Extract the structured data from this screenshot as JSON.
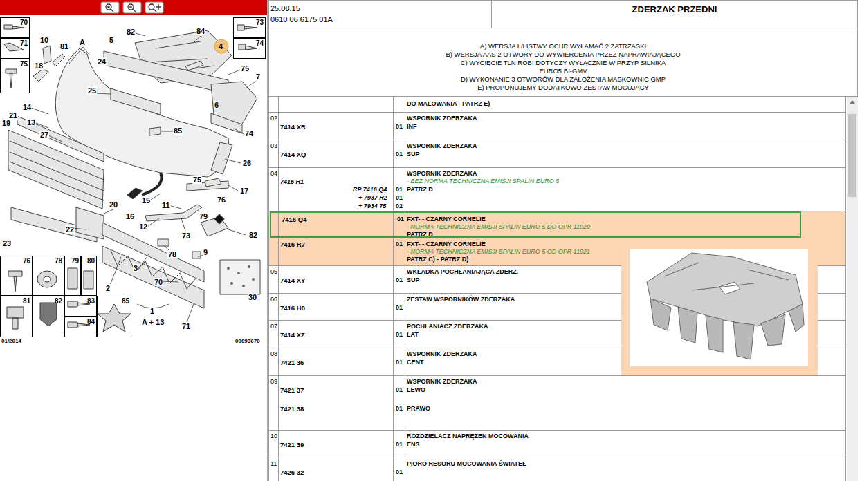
{
  "diagram": {
    "title": "ZDERZAK PRZEDNI",
    "nodes": [
      {
        "text": [
          "70"
        ]
      },
      {
        "text": [
          "71"
        ]
      },
      {
        "text": [
          "75"
        ]
      },
      {
        "text": [
          "73"
        ]
      },
      {
        "text": [
          "74"
        ]
      },
      {
        "text": [
          "76"
        ]
      },
      {
        "text": [
          "78"
        ]
      },
      {
        "text": [
          "79"
        ]
      },
      {
        "text": [
          "80"
        ]
      },
      {
        "text": [
          "81"
        ]
      },
      {
        "text": [
          "82"
        ]
      },
      {
        "text": [
          "83"
        ]
      },
      {
        "text": [
          "84"
        ]
      },
      {
        "text": [
          "85"
        ]
      },
      {
        "text": [
          "A) WERSJA L/LISTWY OCHR WYŁAMAĆ 2 ZATRZASKI",
          "B) WERSJA AAS 2 OTWORY DO WYWIERCENIA PRZEZ NAPRAWIAJĄCEGO",
          "C) WYCIĘCIE TLN ROBI DOTYCZY WYŁĄCZNIE W PRZYP SILNIKA EURO5 BI-GMV",
          "D) WYKONANIE 3 OTWORÓW DLA ZAŁOŻENIA MASKOWNIC GMP",
          "E) PROPONUJEMY DODATKOWO ZESTAW MOCUJĄCY"
        ]
      },
      {
        "text": [
          "7416 Q4",
          "01",
          "FXT- - CZARNY CORNELIE",
          "- NORMA TECHNICZNA EMISJI SPALIN EURO 5 DO OPR 11920",
          "PATRZ D"
        ]
      }
    ],
    "labels": [
      "82",
      "84",
      "4",
      "10",
      "81",
      "A",
      "5",
      "18",
      "24",
      "75",
      "7",
      "25",
      "14",
      "6",
      "21",
      "13",
      "19",
      "27",
      "74",
      "85",
      "26",
      "75",
      "17",
      "15",
      "11",
      "76",
      "20",
      "16",
      "79",
      "12",
      "82",
      "22",
      "73",
      "23",
      "78",
      "9",
      "3",
      "70",
      "2",
      "30",
      "1",
      "A + 13",
      "71",
      "01/2014",
      "00093670",
      "25.08.15",
      "0610 06 6175 01A",
      "DO MALOWANIA - PATRZ E)",
      "02",
      "7414 XR",
      "01",
      "WSPORNIK ZDERZAKA",
      "INF",
      "03",
      "7414 XQ",
      "01",
      "WSPORNIK ZDERZAKA",
      "SUP",
      "04",
      "7416 H1",
      "WSPORNIK ZDERZAKA",
      "- BEZ NORMA TECHNICZNA EMISJI SPALIN EURO 5",
      "PATRZ D",
      "RP 7416 Q4",
      "01",
      "+ 7937 R2",
      "01",
      "+ 7934 75",
      "02",
      "7416 R7",
      "01",
      "FXT- - CZARNY CORNELIE",
      "- NORMA TECHNICZNA EMISJI SPALIN EURO 5 OD OPR 11921",
      "PATRZ C) - PATRZ D)",
      "05",
      "7414 XY",
      "01",
      "WKŁADKA POCHŁANIAJĄCA ZDERZ.",
      "SUP",
      "06",
      "7416 H0",
      "01",
      "ZESTAW WSPORNIKÓW ZDERZAKA",
      "07",
      "7414 XZ",
      "01",
      "POCHŁANIACZ ZDERZAKA",
      "LAT",
      "08",
      "7421 36",
      "01",
      "WSPORNIK ZDERZAKA",
      "CENT",
      "09",
      "7421 37",
      "01",
      "WSPORNIK ZDERZAKA",
      "LEWO",
      "7421 38",
      "01",
      "PRAWO",
      "10",
      "7421 39",
      "01",
      "ROZDZIELACZ NAPRĘŻEŃ MOCOWANIA",
      "ENS",
      "11",
      "7426 32",
      "01",
      "PIORO RESORU MOCOWANIA ŚWIATEŁ"
    ]
  }
}
